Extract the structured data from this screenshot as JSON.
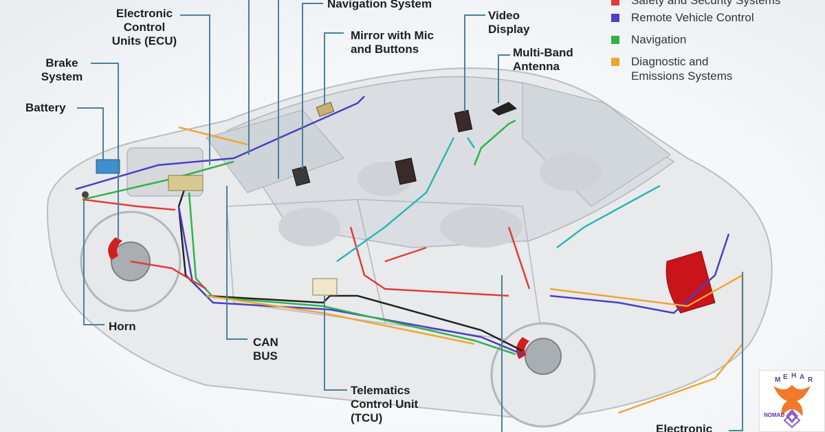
{
  "labels": {
    "ecu": [
      "Electronic",
      "Control",
      "Units (ECU)"
    ],
    "brake": [
      "Brake",
      "System"
    ],
    "battery": "Battery",
    "horn": "Horn",
    "can_bus": [
      "CAN",
      "BUS"
    ],
    "navigation_system": "Navigation System",
    "mirror": [
      "Mirror with Mic",
      "and Buttons"
    ],
    "video_display": [
      "Video",
      "Display"
    ],
    "multiband_antenna": [
      "Multi-Band",
      "Antenna"
    ],
    "tcu": [
      "Telematics",
      "Control Unit",
      "(TCU)"
    ],
    "electronic_bottom": "Electronic"
  },
  "legend": [
    {
      "label": "Safety and Security Systems",
      "color": "#e23b3b"
    },
    {
      "label": "Remote Vehicle Control",
      "color": "#4a3fc4"
    },
    {
      "label": "Navigation",
      "color": "#2fb34a"
    },
    {
      "label": [
        "Diagnostic and",
        "Emissions Systems"
      ],
      "color": "#f0a531"
    }
  ],
  "colors": {
    "safety": "#e23b3b",
    "remote": "#4a3fc4",
    "navigation": "#2fb34a",
    "diagnostic": "#f0a531",
    "can_bus": "#222222",
    "video": "#2bb7b0",
    "leader": "#4a7f9c"
  },
  "logo": {
    "letters": [
      "M",
      "E",
      "H",
      "A",
      "R"
    ],
    "sub": "NOMAD"
  }
}
